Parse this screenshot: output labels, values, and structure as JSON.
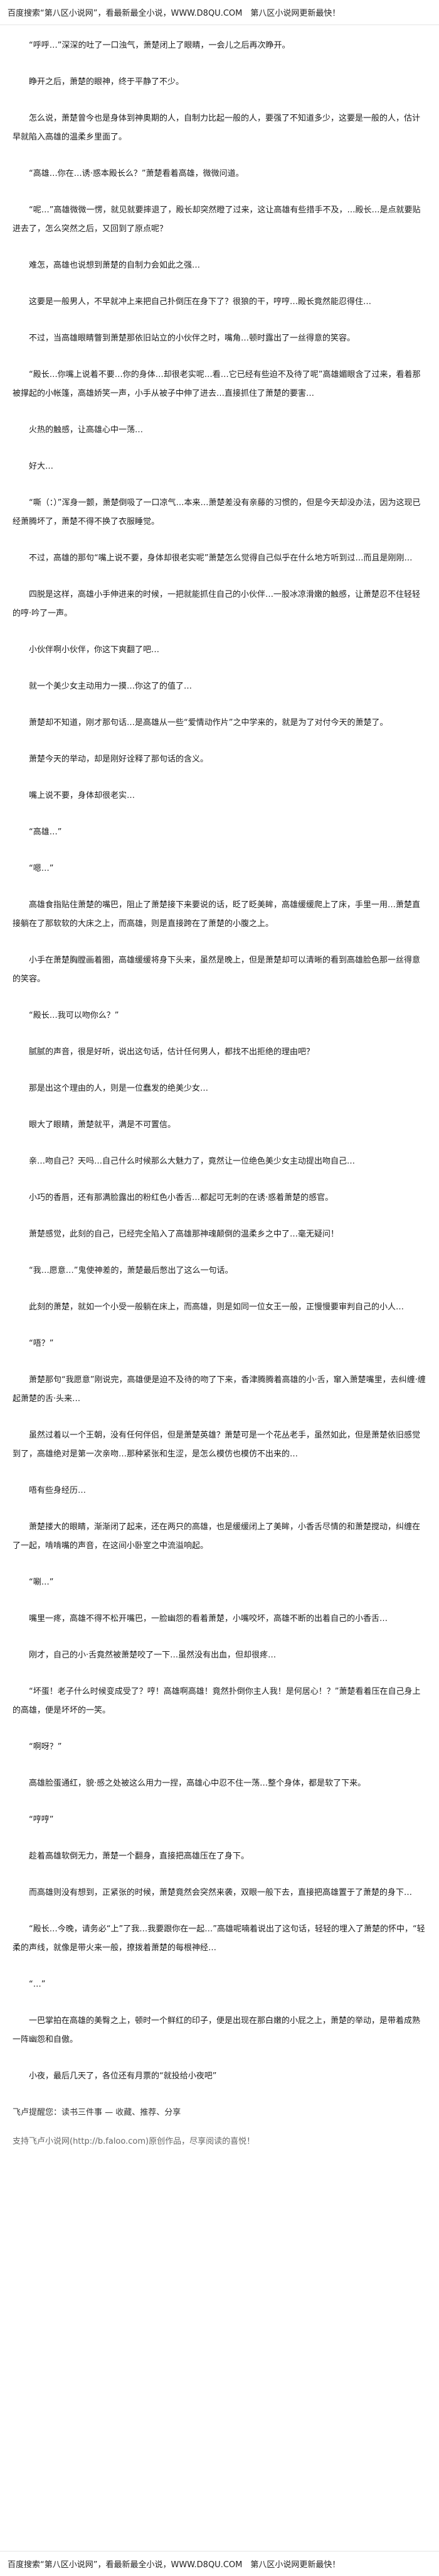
{
  "header": {
    "site_text": "百度搜索“第八区小说网”，看最新最全小说，WWW.D8QU.COM　第八区小说网更新最快！"
  },
  "paragraphs": [
    "“呼呼…”深深的吐了一口浊气，萧楚闭上了眼睛，一会儿之后再次睁开。",
    "睁开之后，萧楚的眼神，终于平静了不少。",
    "怎么说，萧楚曾今也是身体到神奥期的人，自制力比起一般的人，要强了不知道多少，这要是一般的人，估计早就陷入高雄的温柔乡里面了。",
    "“高雄…你在…诱·惑本殿长么？”萧楚看着高雄，微微问道。",
    "“呢…”高雄微微一愣，就见就要摔退了，殿长却突然瞪了过来，这让高雄有些措手不及，…殿长…是点就要贴进去了，怎么突然之后，又回到了原点呢？",
    "难怎，高雄也说想到萧楚的自制力会如此之强…",
    "这要是一般男人，不早就冲上来把自己扑倒压在身下了？很狼的干，哼哼…殿长竟然能忍得住…",
    "不过，当高雄眼睛瞥到萧楚那依旧站立的小伙伴之时，嘴角…顿时露出了一丝得意的笑容。",
    "“殿长…你嘴上说着不要…你的身体…却很老实呢…看…它已经有些迫不及待了呢”高雄媚眼含了过来，看着那被撑起的小帐篷，高雄娇笑一声，小手从被子中伸了进去…直接抓住了萧楚的要害…",
    "火热的触感，让高雄心中一荡…",
    "好大…",
    "“嘶（：）”浑身一颤，萧楚倒吸了一口凉气…本来…萧楚差没有亲藤的习惯的，但是今天却没办法，因为这现已经萧腾坏了，萧楚不得不换了衣服睡觉。",
    "不过，高雄的那句“嘴上说不要，身体却很老实呢”萧楚怎么觉得自己似乎在什么地方听到过…而且是刚刚…",
    "四脱是这样，高雄小手伸进来的时候，一把就能抓住自己的小伙伴…一股冰凉滑嫩的触感，让萧楚忍不住轻轻的哼·吟了一声。",
    "小伙伴啊小伙伴，你这下爽翻了吧…",
    "就一个美少女主动用力一摸…你这了的值了…",
    "萧楚却不知道，刚才那句话…是高雄从一些“爱情动作片”之中学来的，就是为了对付今天的萧楚了。",
    "萧楚今天的举动，却是刚好诠释了那句话的含义。",
    "嘴上说不要，身体却很老实…",
    "“高雄…”",
    "“嗯…”",
    "高雄食指贴住萧楚的嘴巴，阻止了萧楚接下来要说的话，眨了眨美眸，高雄缓缓爬上了床，手里一用…萧楚直接躺在了那软软的大床之上，而高雄，则是直接跨在了萧楚的小腹之上。",
    "小手在萧楚胸膛画着圈，高雄缓缓将身下头来，虽然是晚上，但是萧楚却可以清晰的看到高雄脸色那一丝得意的笑容。",
    "“殿长…我可以吻你么？”",
    "腻腻的声音，很是好听，说出这句话，估计任何男人，都找不出拒绝的理由吧？",
    "那是出这个理由的人，则是一位蠢发的绝美少女…",
    "眼大了眼睛，萧楚就平，满是不可置信。",
    "亲…吻自己？天吗…自己什么时候那么大魅力了，竟然让一位绝色美少女主动提出吻自己…",
    "小巧的香唇，还有那满脸露出的粉红色小香舌…都起可无刺的在诱·惑着萧楚的感官。",
    "萧楚感觉，此刻的自己，已经完全陷入了高雄那神魂颠倒的温柔乡之中了…毫无疑问！",
    "“我…愿意…”鬼使神差的，萧楚最后憋出了这么一句话。",
    "此刻的萧楚，就如一个小受一般躺在床上，而高雄，则是如同一位女王一般，正慢慢要审判自己的小人…",
    "“唔？”",
    "萧楚那句“我愿意”刚说完，高雄便是迫不及待的吻了下来，香津腾腾着高雄的小·舌，窜入萧楚嘴里，去纠缠·缠起萧楚的舌·头来…",
    "虽然过着以一个王朝，没有任何伴侣，但是萧楚英雄？萧楚可是一个花丛老手，虽然如此，但是萧楚依旧感觉到了，高雄绝对是第一次亲吻…那种紧张和生涩，是怎么模仿也模仿不出来的…",
    "唔有些身经历…",
    "萧楚搂大的眼睛，渐渐闭了起来，还在两只的高雄，也是缓缓闭上了美眸，小香舌尽情的和萧楚搅动，纠缠在了一起，啃啃嘴的声音，在这间小卧室之中流溢响起。",
    "“唰…”",
    "嘴里一疼，高雄不得不松开嘴巴，一脸幽怨的看着萧楚，小嘴咬坏，高雄不断的出着自己的小香舌…",
    "刚才，自己的小·舌竟然被萧楚咬了一下…虽然没有出血，但却很疼…",
    "“坏蛋！老子什么时候变成受了？哼！高雄啊高雄！竟然扑倒你主人我！是何居心！？”萧楚看着压在自己身上的高雄，便是坏坏的一笑。",
    "“啊呀？”",
    "高雄脸蛋通红，貌·感之处被这么用力一捏，高雄心中忍不住一荡…整个身体，都是软了下来。",
    "“哼哼”",
    "趁着高雄软倒无力，萧楚一个翻身，直接把高雄压在了身下。",
    "而高雄则没有想到，正紧张的时候，萧楚竟然会突然来袭，双眼一般下去，直接把高雄置于了萧楚的身下…",
    "“殿长…今晚，请务必“上”了我…我要跟你在一起…”高雄呢喃着说出了这句话，轻轻的埋入了萧楚的怀中，“轻柔的声线，就像是带火来一般，撩拨着萧楚的每根神经…",
    "“…”",
    "一巴掌拍在高雄的美臀之上，顿时一个鲜红的印子，便是出现在那白嫩的小屁之上，萧楚的举动，是带着成熟一阵幽怨和自傲。",
    "小夜，最后几天了，各位还有月票的“就投给小夜吧”"
  ],
  "notes": {
    "author_line": "飞卢提醒您：读书三件事 — 收藏、推荐、分享",
    "support_line": "支持飞卢小说网(http://b.faloo.com)原创作品，尽享阅读的喜悦！"
  },
  "footer": {
    "site_text": "百度搜索“第八区小说网”，看最新最全小说，WWW.D8QU.COM　第八区小说网更新最快！"
  }
}
